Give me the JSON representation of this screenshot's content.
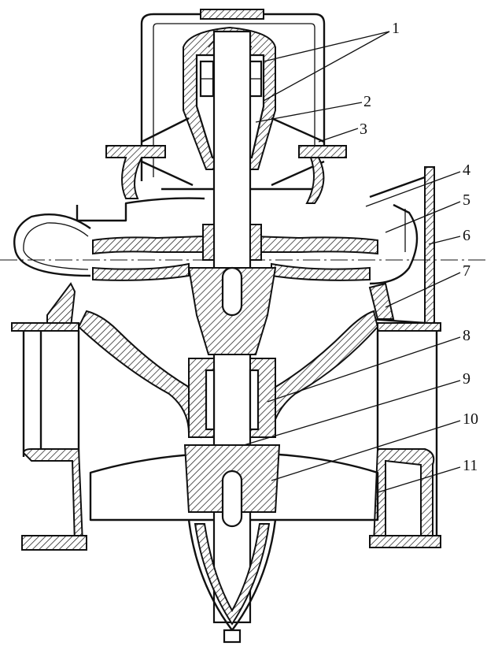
{
  "figure": {
    "type": "sectional-drawing",
    "labels": [
      "1",
      "2",
      "3",
      "4",
      "5",
      "6",
      "7",
      "8",
      "9",
      "10",
      "11"
    ]
  }
}
